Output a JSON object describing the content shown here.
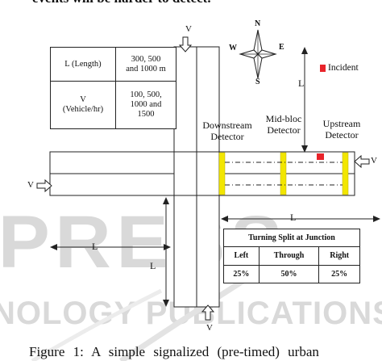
{
  "top_text": "events will be harder to detect.",
  "compass": {
    "n": "N",
    "s": "S",
    "e": "E",
    "w": "W"
  },
  "road_labels": {
    "v_top": "V",
    "v_bottom": "V",
    "v_left": "V",
    "v_right": "V",
    "l_vertical_right": "L",
    "l_horizontal_right": "L",
    "l_horizontal_left": "L",
    "l_vertical_bottom": "L"
  },
  "incident_label": "Incident",
  "detectors": {
    "downstream": [
      "Downstream",
      "Detector"
    ],
    "midbloc": [
      "Mid-bloc",
      "Detector"
    ],
    "upstream": [
      "Upstream",
      "Detector"
    ]
  },
  "params_table": {
    "rows": [
      {
        "name": "L (Length)",
        "value": [
          "300, 500",
          "and 1000 m"
        ]
      },
      {
        "name": [
          "V",
          "(Vehicle/hr)"
        ],
        "value": [
          "100, 500,",
          "1000 and",
          "1500"
        ]
      }
    ]
  },
  "turning_table": {
    "title": "Turning Split at Junction",
    "headers": [
      "Left",
      "Through",
      "Right"
    ],
    "values": [
      "25%",
      "50%",
      "25%"
    ]
  },
  "watermark": {
    "line1": "PRESS",
    "line2": "NOLOGY PUBLICATIONS"
  },
  "caption": "Figure 1: A simple signalized (pre-timed) urban",
  "colors": {
    "detector": "#f2e600",
    "incident": "#e8232a",
    "road_line": "#222222",
    "watermark": "#d9d9d9"
  }
}
